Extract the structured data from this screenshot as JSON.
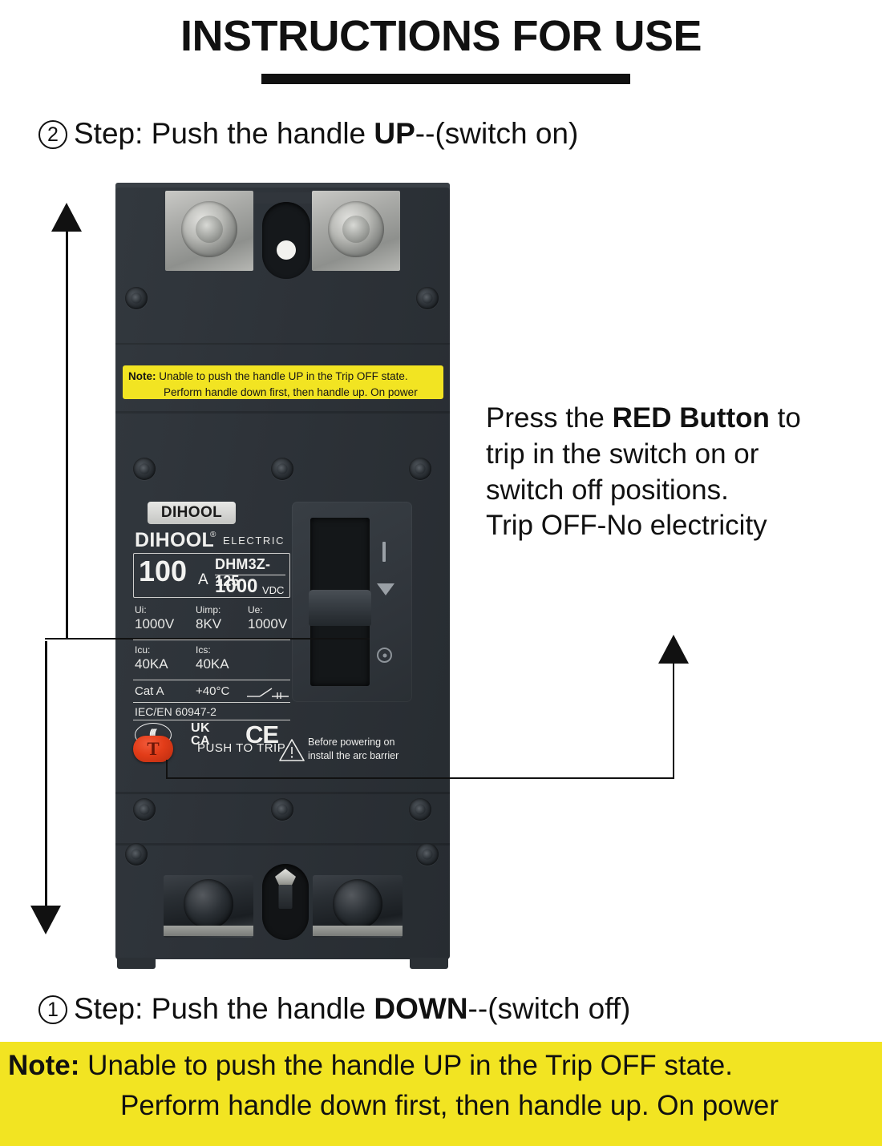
{
  "header": {
    "title": "INSTRUCTIONS FOR USE"
  },
  "steps": {
    "step_two": {
      "number": "2",
      "text_before": "Step: Push the handle ",
      "emphasis": "UP",
      "text_after": "--(switch on)"
    },
    "step_one": {
      "number": "1",
      "text_before": "Step: Push the handle ",
      "emphasis": "DOWN",
      "text_after": "--(switch off)"
    }
  },
  "callout": {
    "line1_before": "Press the ",
    "line1_emphasis": "RED Button",
    "line1_after": " to",
    "line2": "trip in the switch on or",
    "line3": "switch off positions.",
    "line4": "Trip OFF-No electricity"
  },
  "banner": {
    "label": "Note:",
    "line1": " Unable to push the handle UP in the Trip OFF state.",
    "line2": "Perform handle down first, then handle up. On power"
  },
  "device_note": {
    "label": "Note:",
    "line1": " Unable to push the handle UP in the Trip OFF state.",
    "line2": "Perform handle down first, then handle up. On power"
  },
  "device": {
    "logo_plate": "DIHOOL",
    "brand": "DIHOOL",
    "brand_registered": "®",
    "brand_sub": "ELECTRIC",
    "rating": {
      "current": "100",
      "current_unit": "A",
      "model": "DHM3Z-125",
      "voltage": "1000",
      "voltage_unit": "VDC"
    },
    "specs_row1": [
      {
        "key": "Ui:",
        "value": "1000V"
      },
      {
        "key": "Uimp:",
        "value": "8KV"
      },
      {
        "key": "Ue:",
        "value": "1000V"
      }
    ],
    "specs_row2": [
      {
        "key": "Icu:",
        "value": "40KA"
      },
      {
        "key": "Ics:",
        "value": "40KA"
      }
    ],
    "specs_row3": [
      {
        "key": "Cat A",
        "value": "+40°C"
      }
    ],
    "standard": "IEC/EN 60947-2",
    "certifications": {
      "ccc": "CCC",
      "ukca_line1": "UK",
      "ukca_line2": "CA",
      "ce": "CE"
    },
    "trip_button": {
      "glyph": "T",
      "label": "PUSH TO TRIP"
    },
    "warning": {
      "line1": "Before powering on",
      "line2": "install the arc barrier"
    },
    "handle_marks": {
      "on": "I",
      "trip": "triangle",
      "off": "O"
    }
  },
  "colors": {
    "yellow": "#f2e422",
    "body": "#2e3338",
    "red_button": "#e23c18",
    "ink": "#111111"
  }
}
